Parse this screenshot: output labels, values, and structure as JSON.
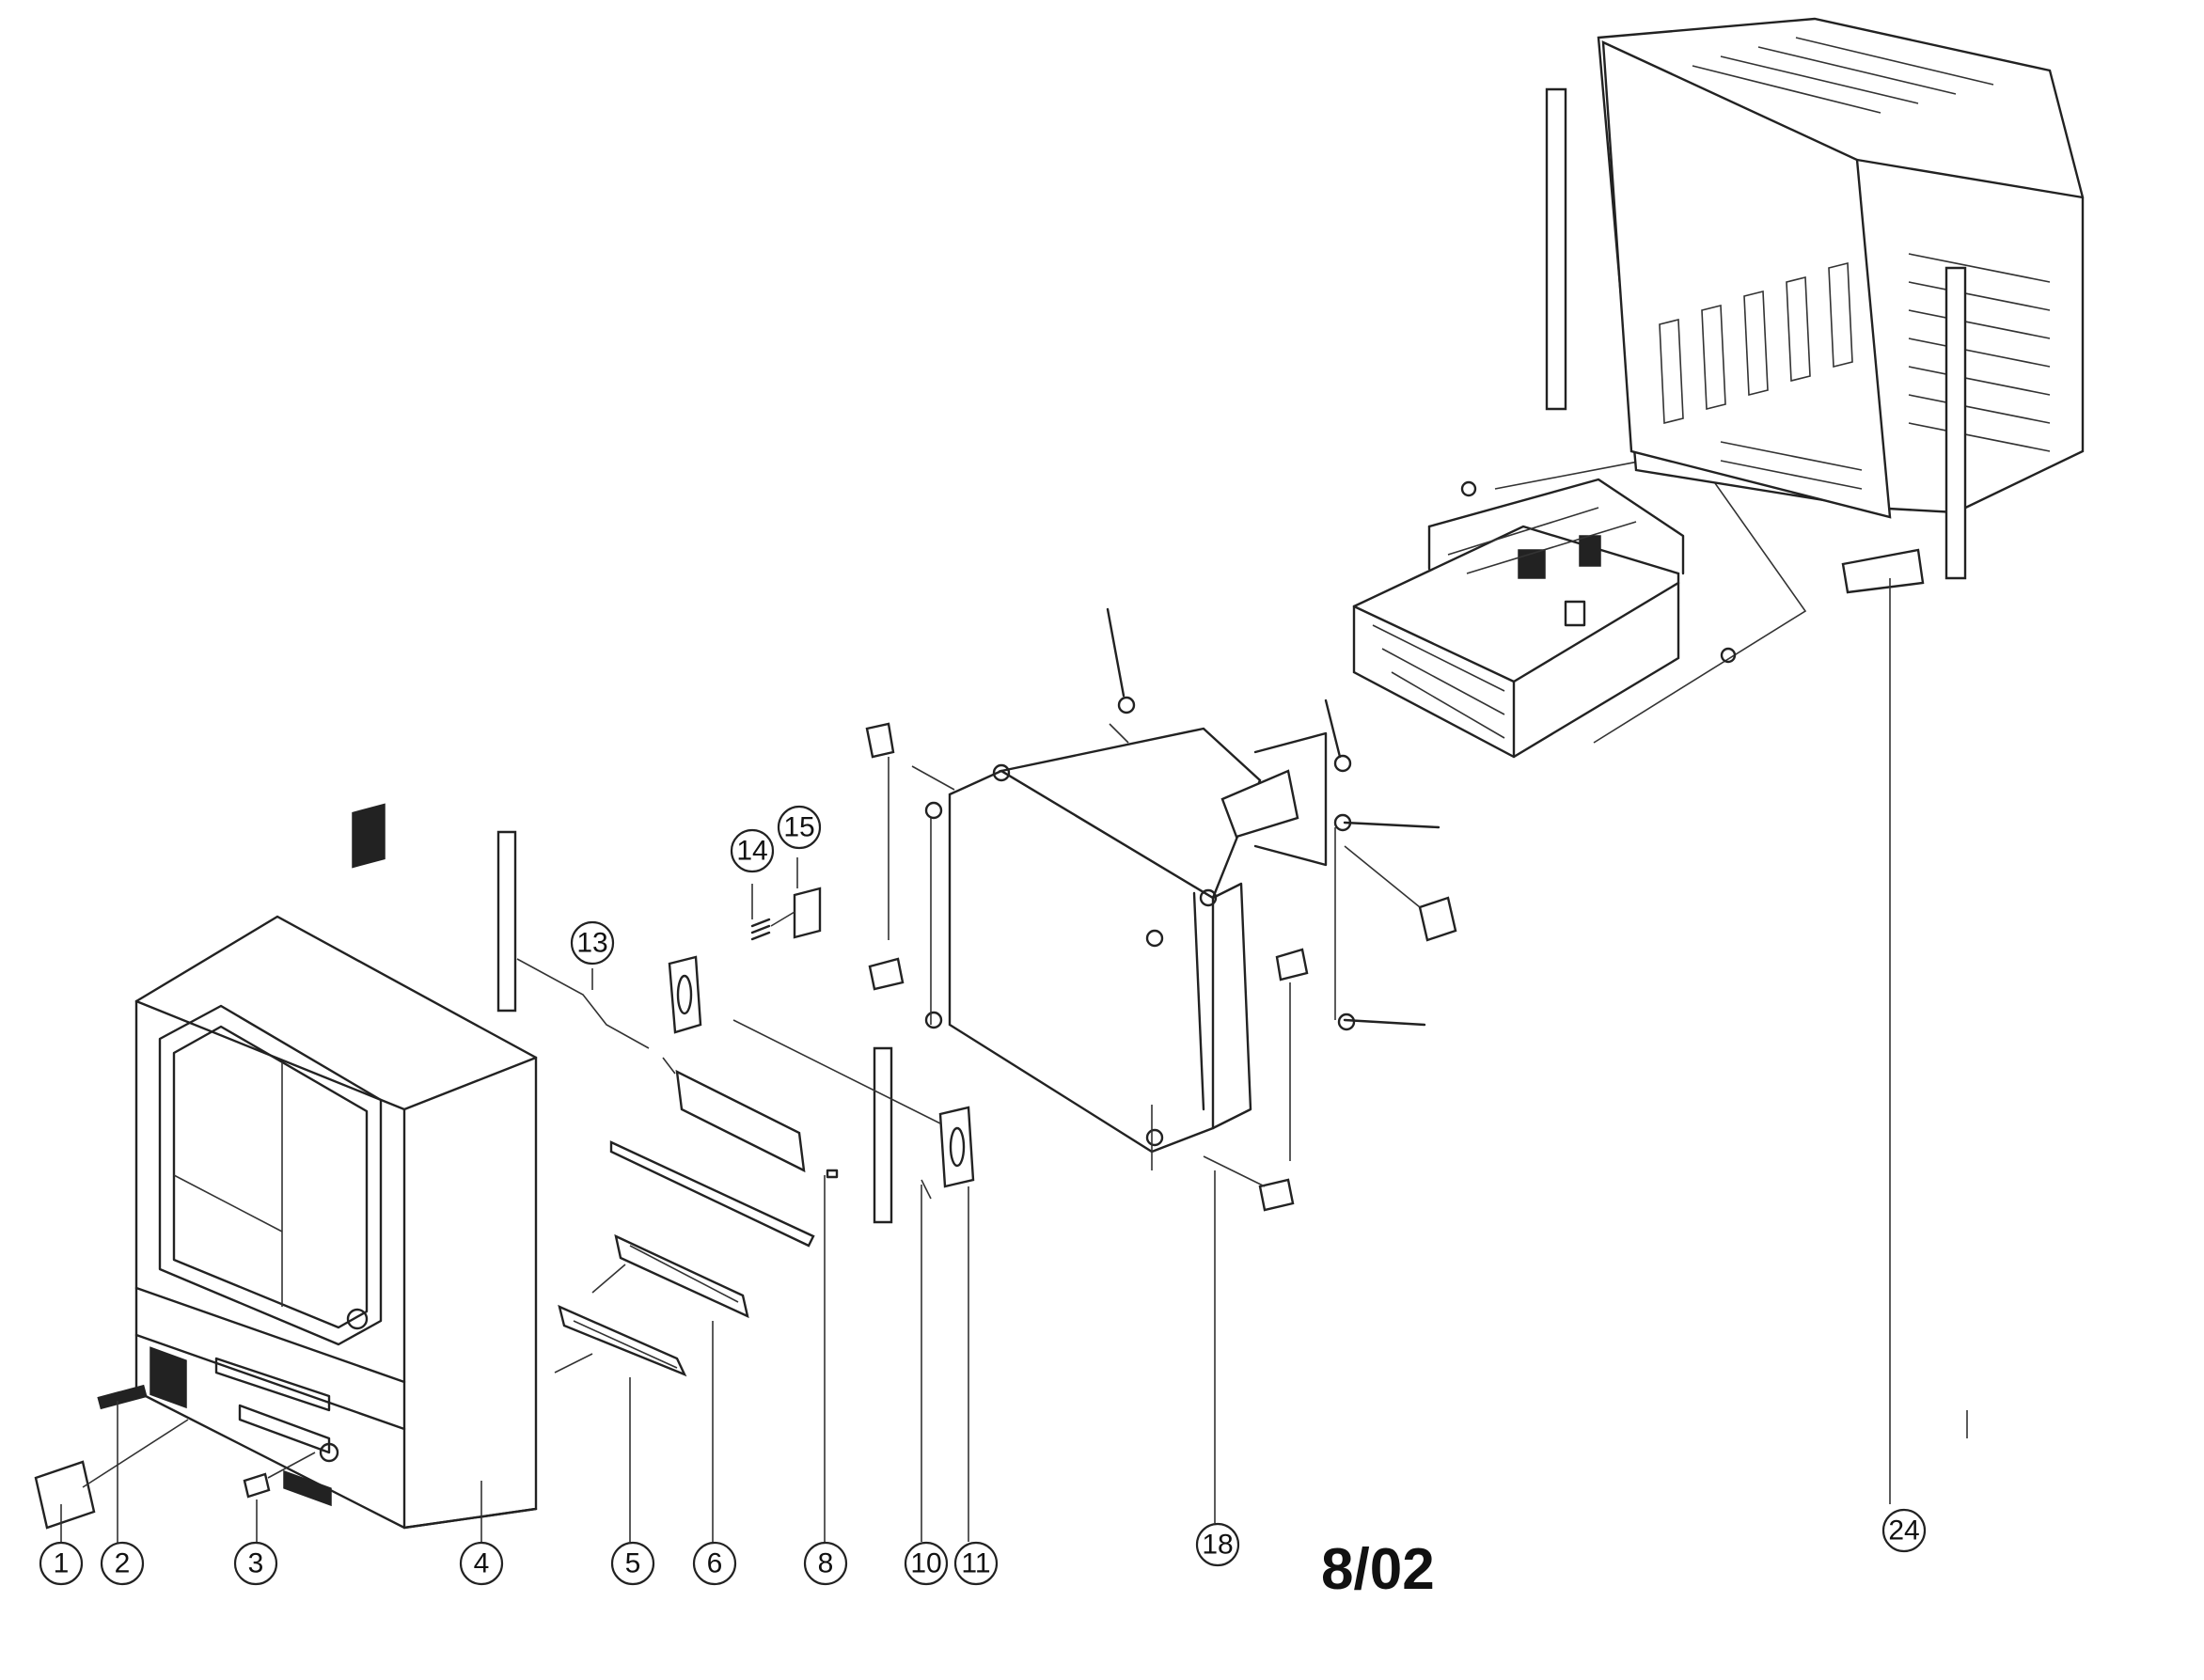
{
  "diagram": {
    "callouts": [
      {
        "id": "1",
        "label": "1"
      },
      {
        "id": "2",
        "label": "2"
      },
      {
        "id": "3",
        "label": "3"
      },
      {
        "id": "4",
        "label": "4"
      },
      {
        "id": "5",
        "label": "5"
      },
      {
        "id": "6",
        "label": "6"
      },
      {
        "id": "8",
        "label": "8"
      },
      {
        "id": "10",
        "label": "10"
      },
      {
        "id": "11",
        "label": "11"
      },
      {
        "id": "13",
        "label": "13"
      },
      {
        "id": "14",
        "label": "14"
      },
      {
        "id": "15",
        "label": "15"
      },
      {
        "id": "18",
        "label": "18"
      },
      {
        "id": "24",
        "label": "24"
      }
    ],
    "date_code": "8/02"
  }
}
